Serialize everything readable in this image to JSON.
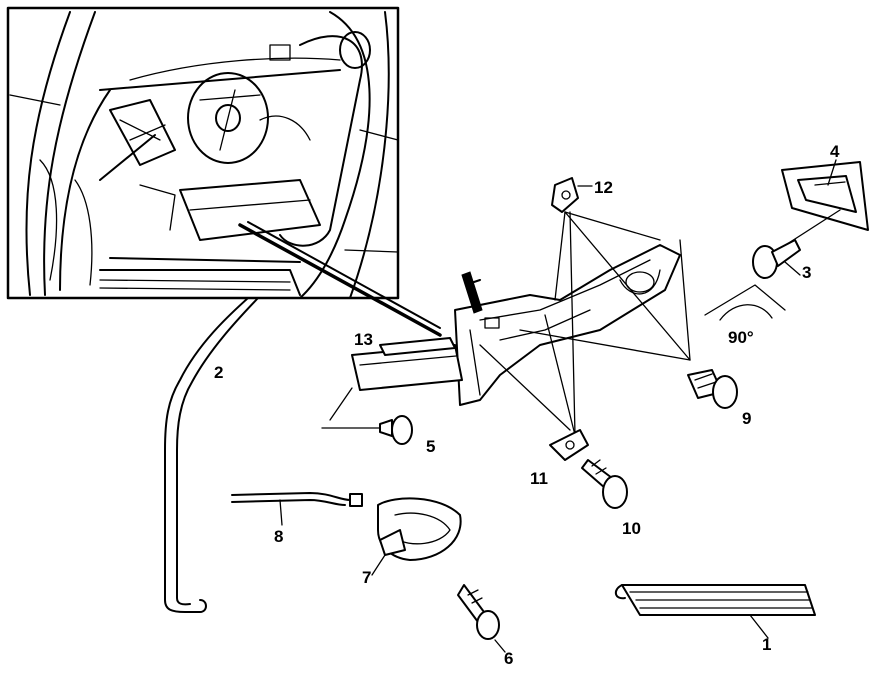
{
  "callouts": {
    "c1": "1",
    "c2": "2",
    "c3": "3",
    "c4": "4",
    "c5": "5",
    "c6": "6",
    "c7": "7",
    "c8": "8",
    "c9": "9",
    "c10": "10",
    "c11": "11",
    "c12": "12",
    "c13": "13"
  },
  "angle_label": "90°",
  "colors": {
    "ink": "#000000",
    "paper": "#ffffff"
  }
}
